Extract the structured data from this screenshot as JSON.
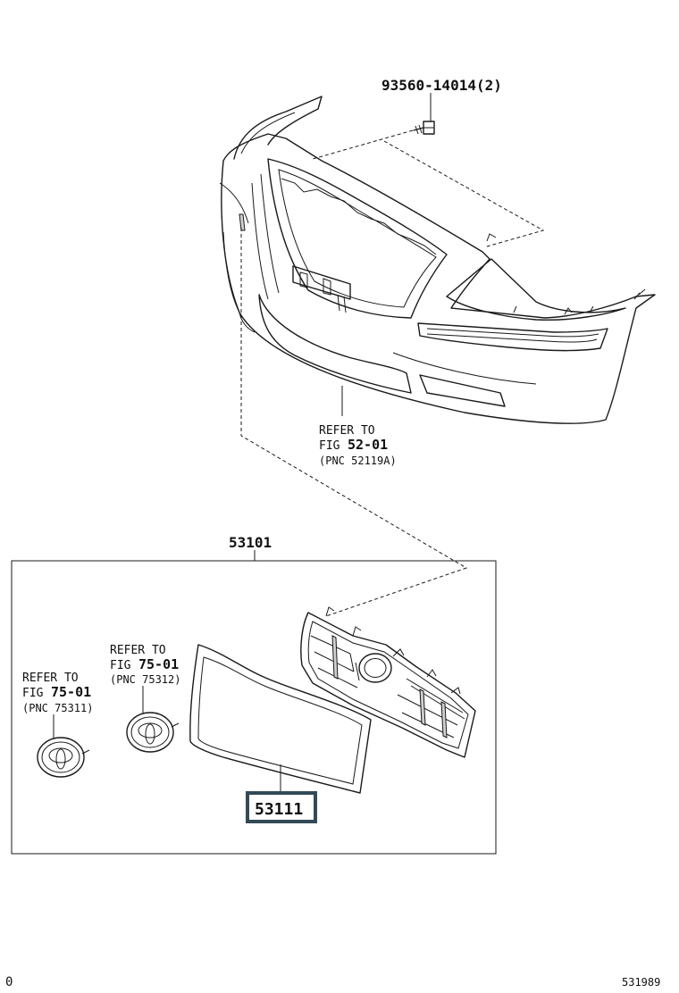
{
  "labels": {
    "bolt_part": "93560-14014(2)",
    "bumper_refer_line1": "REFER TO",
    "bumper_refer_fig_prefix": "FIG",
    "bumper_refer_fig": "52-01",
    "bumper_refer_pnc": "(PNC 52119A)",
    "grille_assembly_part": "53101",
    "emblem_center_refer_line1": "REFER TO",
    "emblem_center_fig_prefix": "FIG",
    "emblem_center_fig": "75-01",
    "emblem_center_pnc": "(PNC 75312)",
    "emblem_left_refer_line1": "REFER TO",
    "emblem_left_fig_prefix": "FIG",
    "emblem_left_fig": "75-01",
    "emblem_left_pnc": "(PNC 75311)",
    "molding_part": "53111",
    "footer_left": "0",
    "footer_right": "531989"
  },
  "colors": {
    "highlight": "#334a57",
    "line": "#1a1a1a"
  },
  "icons": {
    "bolt": "bolt-icon",
    "emblem": "toyota-emblem-icon"
  }
}
